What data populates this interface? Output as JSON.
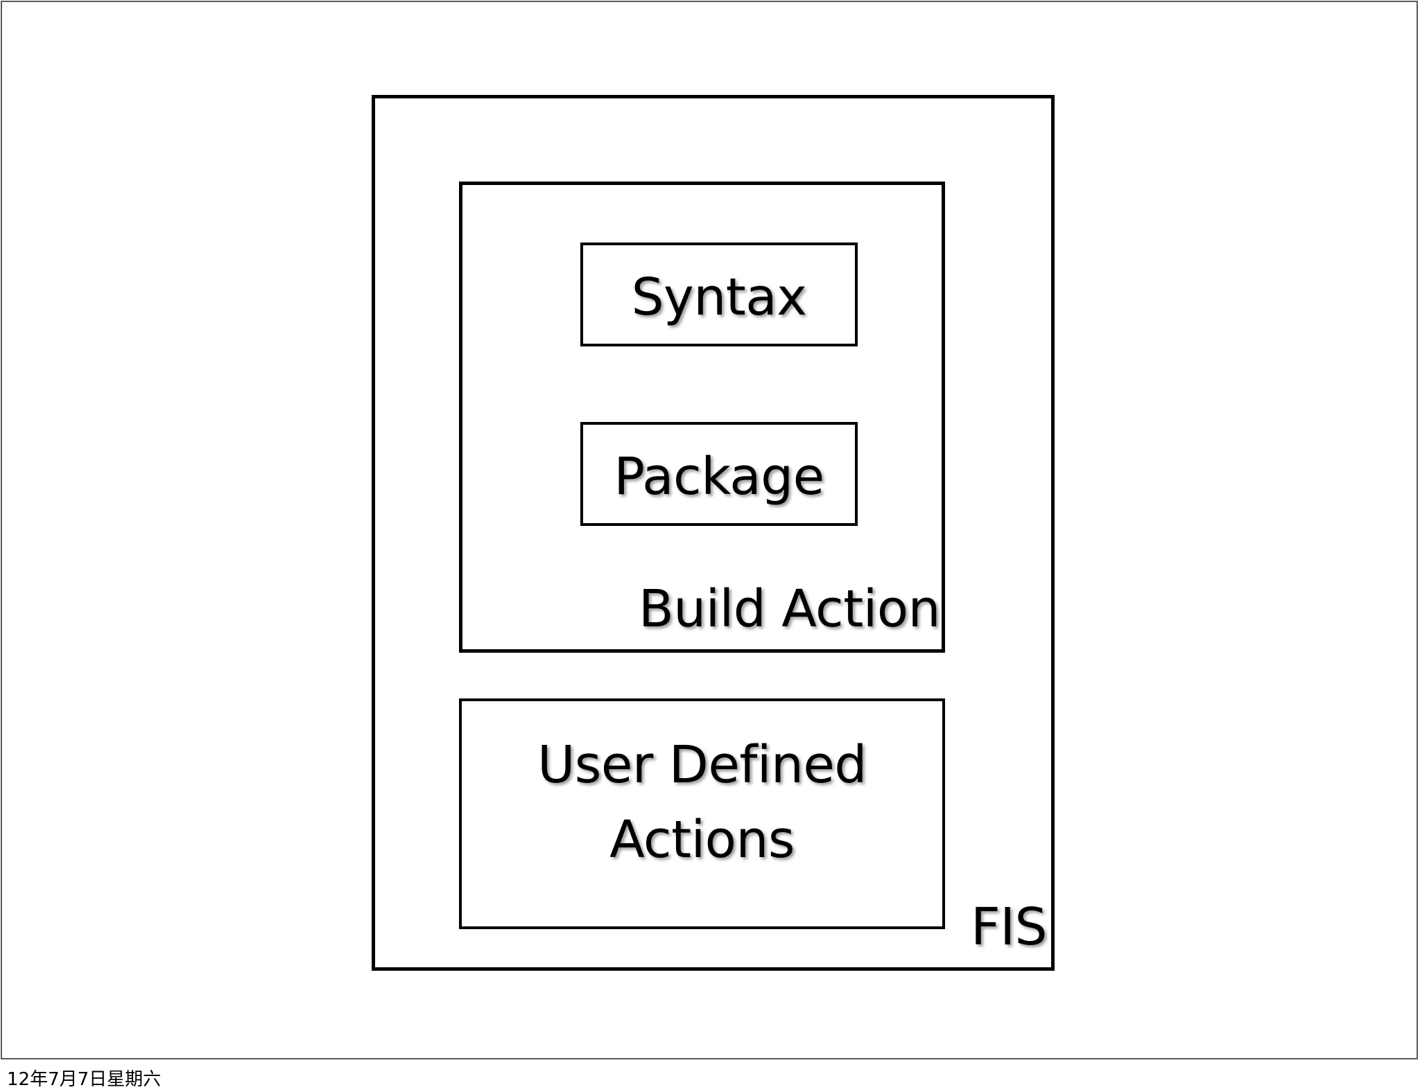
{
  "slide": {
    "background_color": "#ffffff",
    "frame_color": "#58585c",
    "stroke_color": "#000000",
    "text_color": "#000000"
  },
  "diagram": {
    "type": "nested-containment-block-diagram",
    "outer_container": {
      "label": "FIS",
      "label_position": "bottom-right"
    },
    "build_action_container": {
      "label": "Build Action",
      "label_position": "bottom-right",
      "children": [
        {
          "label": "Syntax"
        },
        {
          "label": "Package"
        }
      ]
    },
    "user_defined_actions": {
      "label_line_1": "User Defined",
      "label_line_2": "Actions",
      "label_position": "center"
    }
  },
  "footer": {
    "date": "12年7月7日星期六"
  }
}
